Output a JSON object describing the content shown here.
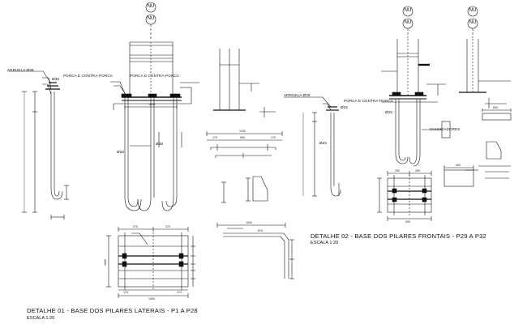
{
  "detail1": {
    "title": "DETALHE 01 - BASE DOS PILARES LATERAIS - P1 A P28",
    "scale": "ESCALA 1:20",
    "washer_label": "ARRUELA Ø38",
    "nut_label": "PORCA E CONTRA-PORCA",
    "rod_dia_top": "Ø38",
    "rod_dia_a": "Ø38",
    "rod_dia_b": "Ø38"
  },
  "detail2": {
    "title": "DETALHE 02 - BASE DOS PILARES FRONTAIS - P29 A P32",
    "scale": "ESCALA 1:20",
    "washer_label": "ARRUELA Ø25",
    "nut_label": "PORCA E CONTRA-PORCA",
    "rod_dia_a": "Ø25",
    "rod_dia_b": "Ø25",
    "rod_dia_c": "Ø25",
    "anchors_label": "CHUMBADORES"
  },
  "tags": {
    "d1_top": "NU",
    "d1_bottom": "NU",
    "d2_top": "NU",
    "d2_bottom": "NU",
    "d2b_top": "NU",
    "d2b_bottom": "NU"
  },
  "dims": {
    "d1_plate_width": "1000",
    "d1_plan_top_a": "370",
    "d1_plan_top_b": "370",
    "d1_plan_bottom": "1000",
    "d1_plan_bottom_a": "174",
    "d1_plan_bottom_b": "174",
    "d1_plan_side": "1000",
    "d1_bar_len": "1200",
    "d1_bar_seg": "990",
    "d1_bar_end_a": "170",
    "d1_bar_end_b": "170",
    "d1_bar2_len": "1000",
    "d1_bar2_seg": "870",
    "d2_plan_a": "250",
    "d2_plan_b": "250",
    "d2_plan_bottom": "500",
    "d2_small_plate": "600",
    "d2_small_plate_b": "400"
  }
}
